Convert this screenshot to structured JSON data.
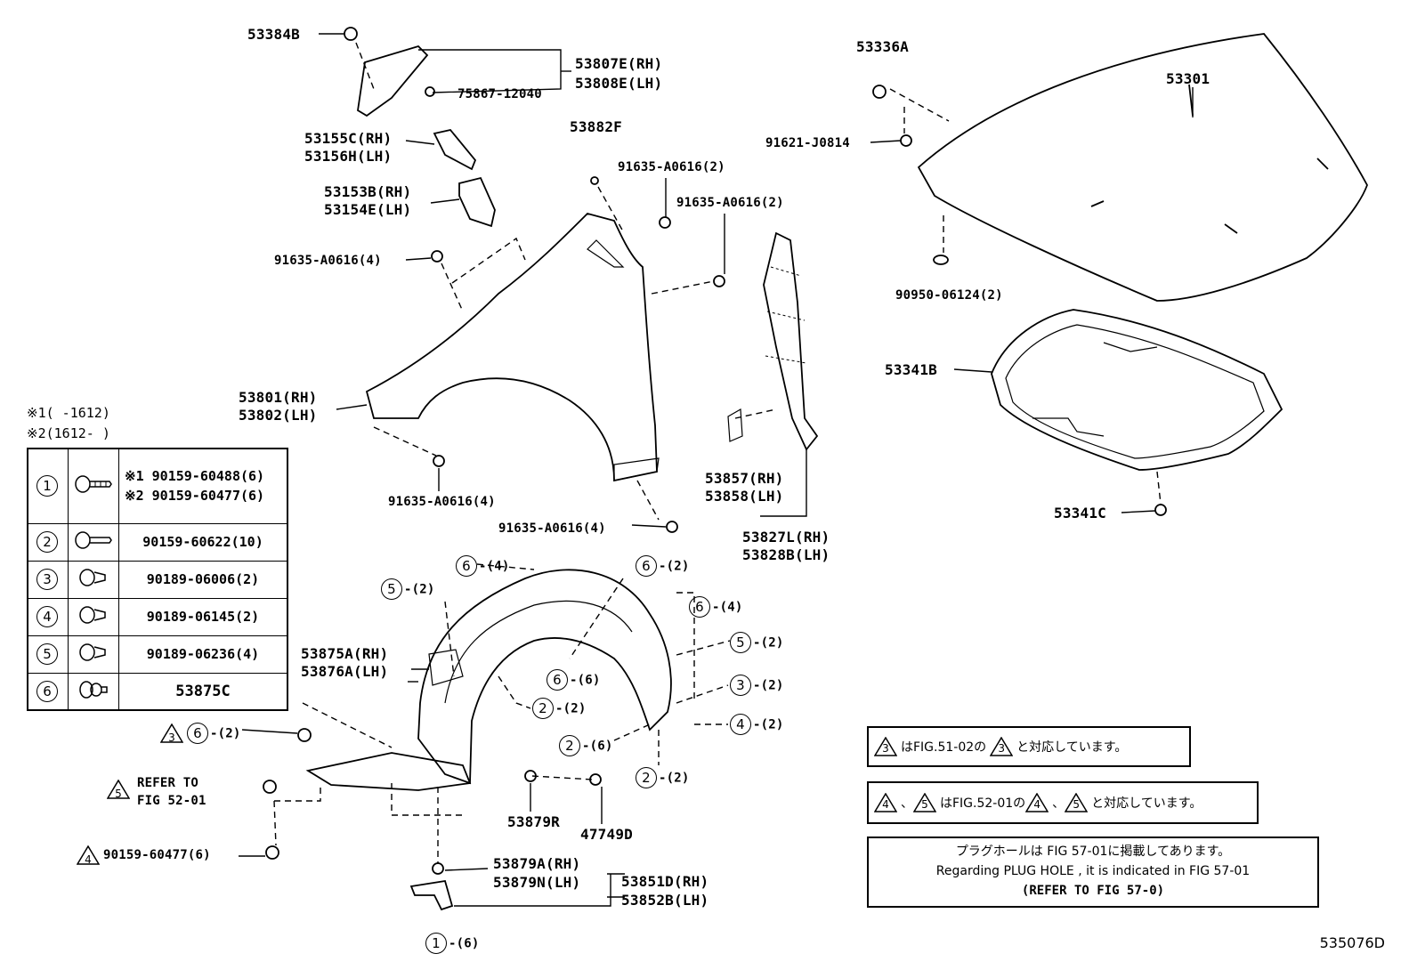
{
  "labels": {
    "p53384B": "53384B",
    "p53807E": "53807E(RH)",
    "p53808E": "53808E(LH)",
    "p75867": "75867-12040",
    "p53155C": "53155C(RH)",
    "p53156H": "53156H(LH)",
    "p53153B": "53153B(RH)",
    "p53154E": "53154E(LH)",
    "p53882F": "53882F",
    "p91635a": "91635-A0616(2)",
    "p91635b": "91635-A0616(2)",
    "p91635c": "91635-A0616(4)",
    "p53801": "53801(RH)",
    "p53802": "53802(LH)",
    "p91635d": "91635-A0616(4)",
    "p91635e": "91635-A0616(4)",
    "p53857": "53857(RH)",
    "p53858": "53858(LH)",
    "p53827L": "53827L(RH)",
    "p53828B": "53828B(LH)",
    "p53336A": "53336A",
    "p53301": "53301",
    "p91621": "91621-J0814",
    "p90950": "90950-06124(2)",
    "p53341B": "53341B",
    "p53341C": "53341C",
    "p53875A": "53875A(RH)",
    "p53876A": "53876A(LH)",
    "p53879R": "53879R",
    "p47749D": "47749D",
    "p53879A": "53879A(RH)",
    "p53879N": "53879N(LH)",
    "p53851D": "53851D(RH)",
    "p53852B": "53852B(LH)",
    "refer_to": "REFER TO",
    "fig5201": "FIG 52-01",
    "p90159_60477": "90159-60477(6)"
  },
  "callouts": {
    "c6_4a": {
      "n": "6",
      "q": "-(4)"
    },
    "c5_2a": {
      "n": "5",
      "q": "-(2)"
    },
    "c6_2a": {
      "n": "6",
      "q": "-(2)"
    },
    "c6_4b": {
      "n": "6",
      "q": "-(4)"
    },
    "c5_2b": {
      "n": "5",
      "q": "-(2)"
    },
    "c6_6": {
      "n": "6",
      "q": "-(6)"
    },
    "c3_2": {
      "n": "3",
      "q": "-(2)"
    },
    "c2_2a": {
      "n": "2",
      "q": "-(2)"
    },
    "c4_2": {
      "n": "4",
      "q": "-(2)"
    },
    "c2_6": {
      "n": "2",
      "q": "-(6)"
    },
    "c2_2b": {
      "n": "2",
      "q": "-(2)"
    },
    "c6_2b": {
      "n": "6",
      "q": "-(2)"
    },
    "c1_6": {
      "n": "1",
      "q": "-(6)"
    }
  },
  "tri": {
    "t3": "3",
    "t5": "5",
    "t4": "4"
  },
  "notes": {
    "n1": "※1(      -1612)",
    "n2": "※2(1612-      )"
  },
  "legend": [
    {
      "num": "1",
      "icon": "screw-icon",
      "pn1": "※1 90159-60488(6)",
      "pn2": "※2 90159-60477(6)"
    },
    {
      "num": "2",
      "icon": "screw-icon",
      "pn1": "90159-60622(10)"
    },
    {
      "num": "3",
      "icon": "clip-icon",
      "pn1": "90189-06006(2)"
    },
    {
      "num": "4",
      "icon": "clip-icon",
      "pn1": "90189-06145(2)"
    },
    {
      "num": "5",
      "icon": "clip-icon",
      "pn1": "90189-06236(4)"
    },
    {
      "num": "6",
      "icon": "rivet-icon",
      "pn1": "53875C"
    }
  ],
  "boxes": {
    "b1": {
      "t1": "3",
      "text1": "はFIG.51-02の",
      "t2": "3",
      "text2": "と対応しています。"
    },
    "b2": {
      "t1": "4",
      "sep": "、",
      "t2": "5",
      "text1": "はFIG.52-01の",
      "t3": "4",
      "sep2": "、",
      "t4": "5",
      "text2": "と対応しています。"
    },
    "b3": {
      "line1": "プラグホールは FIG 57-01に掲載してあります。",
      "line2": "Regarding  PLUG  HOLE , it is indicated in  FIG  57-01",
      "line3": "(REFER TO FIG 57-0)"
    }
  },
  "figure_id": "535076D"
}
